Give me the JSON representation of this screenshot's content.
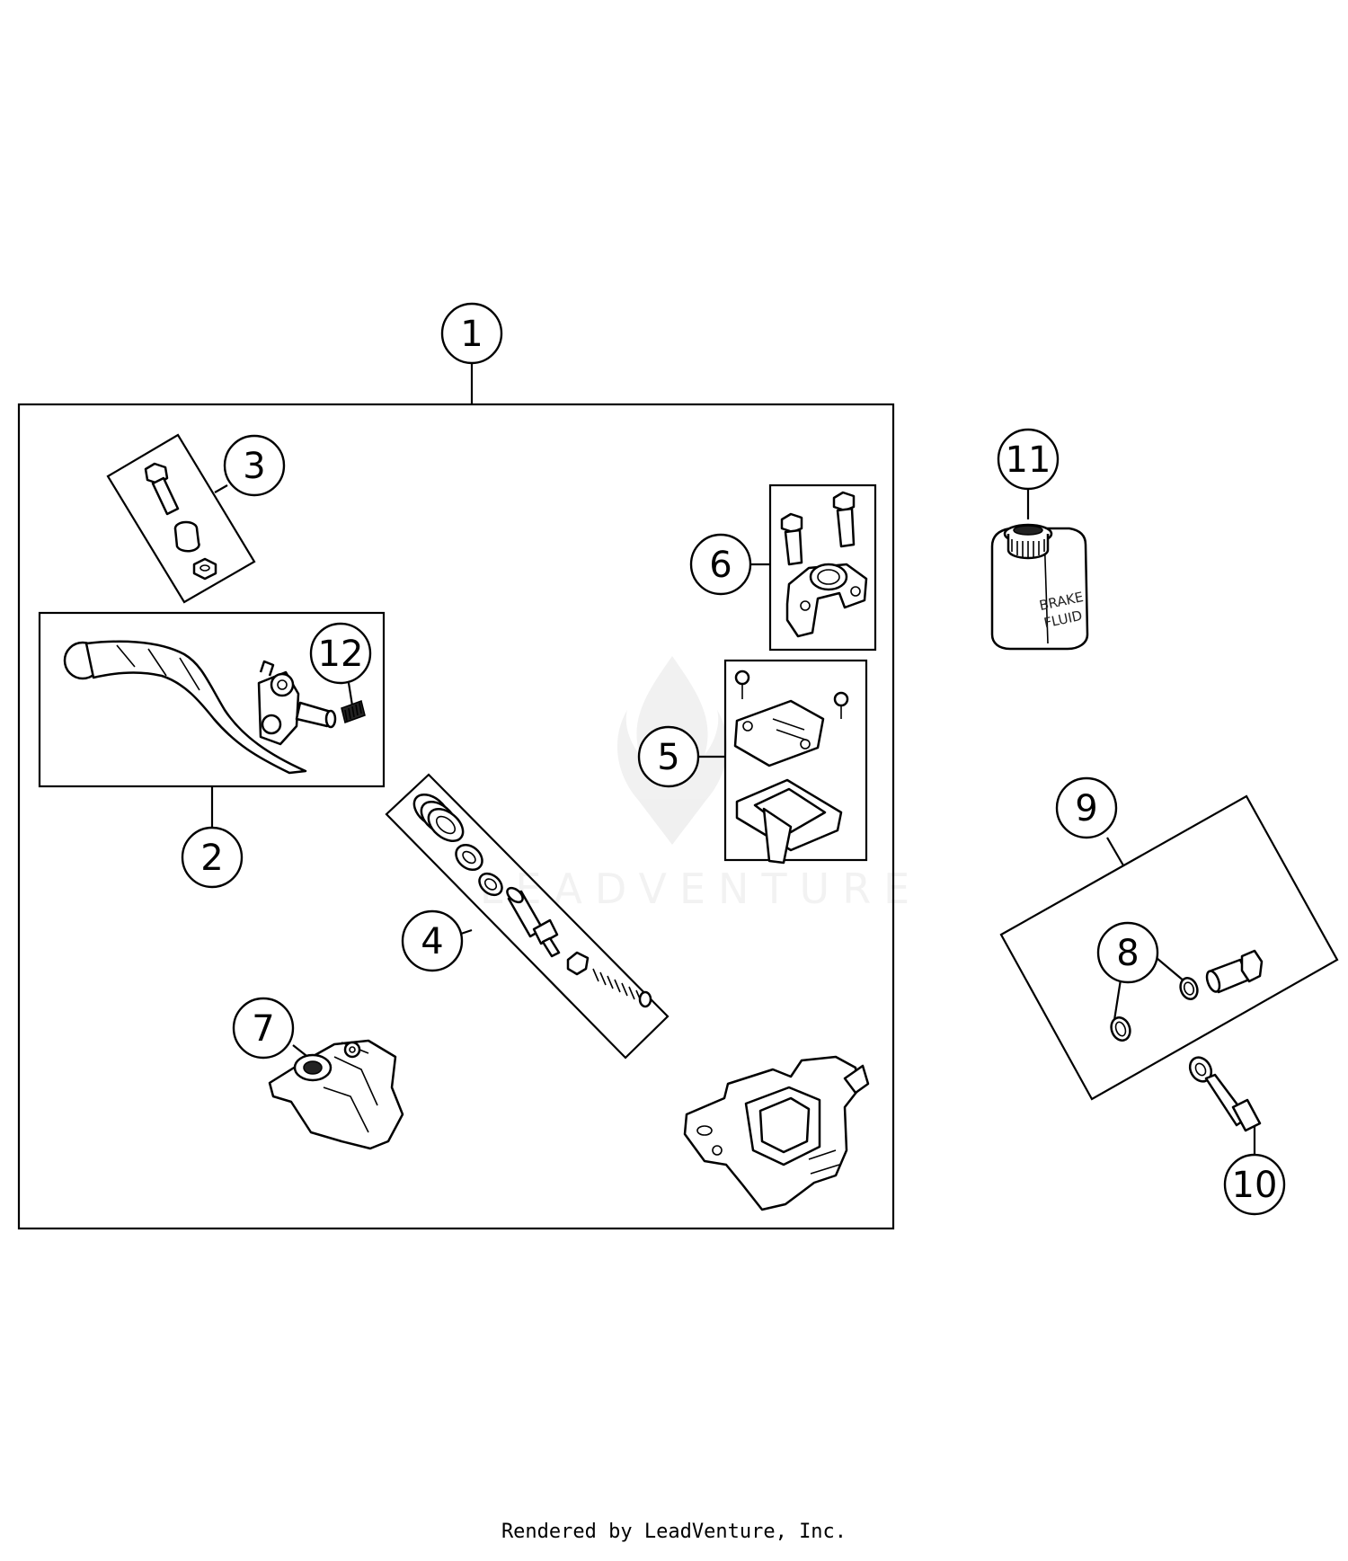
{
  "callouts": [
    {
      "id": "1",
      "label": "1"
    },
    {
      "id": "2",
      "label": "2"
    },
    {
      "id": "3",
      "label": "3"
    },
    {
      "id": "4",
      "label": "4"
    },
    {
      "id": "5",
      "label": "5"
    },
    {
      "id": "6",
      "label": "6"
    },
    {
      "id": "7",
      "label": "7"
    },
    {
      "id": "8",
      "label": "8"
    },
    {
      "id": "9",
      "label": "9"
    },
    {
      "id": "10",
      "label": "10"
    },
    {
      "id": "11",
      "label": "11"
    },
    {
      "id": "12",
      "label": "12"
    }
  ],
  "brake_fluid_label": {
    "line1": "BRAKE",
    "line2": "FLUID"
  },
  "watermark": "LEADVENTURE",
  "footer": "Rendered by LeadVenture, Inc."
}
